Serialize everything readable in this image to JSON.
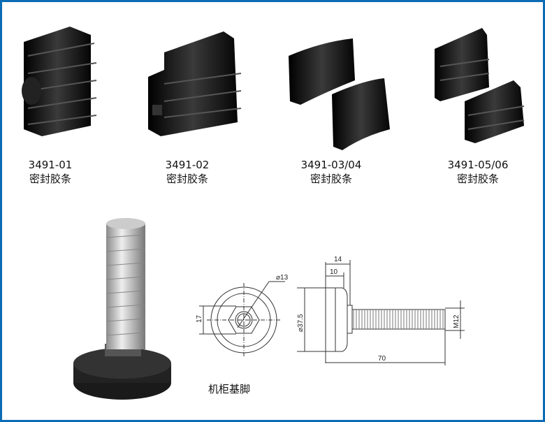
{
  "products": [
    {
      "code": "3491-01",
      "name": "密封胶条"
    },
    {
      "code": "3491-02",
      "name": "密封胶条"
    },
    {
      "code": "3491-03/04",
      "name": "密封胶条"
    },
    {
      "code": "3491-05/06",
      "name": "密封胶条"
    }
  ],
  "foot": {
    "name": "机柜基脚",
    "dimensions": {
      "hole_dia": "13",
      "hex": "17",
      "base_dia": "37.5",
      "total_height": "14",
      "base_height": "10",
      "length": "70",
      "thread": "M12"
    }
  },
  "colors": {
    "border": "#0a6cb4"
  }
}
